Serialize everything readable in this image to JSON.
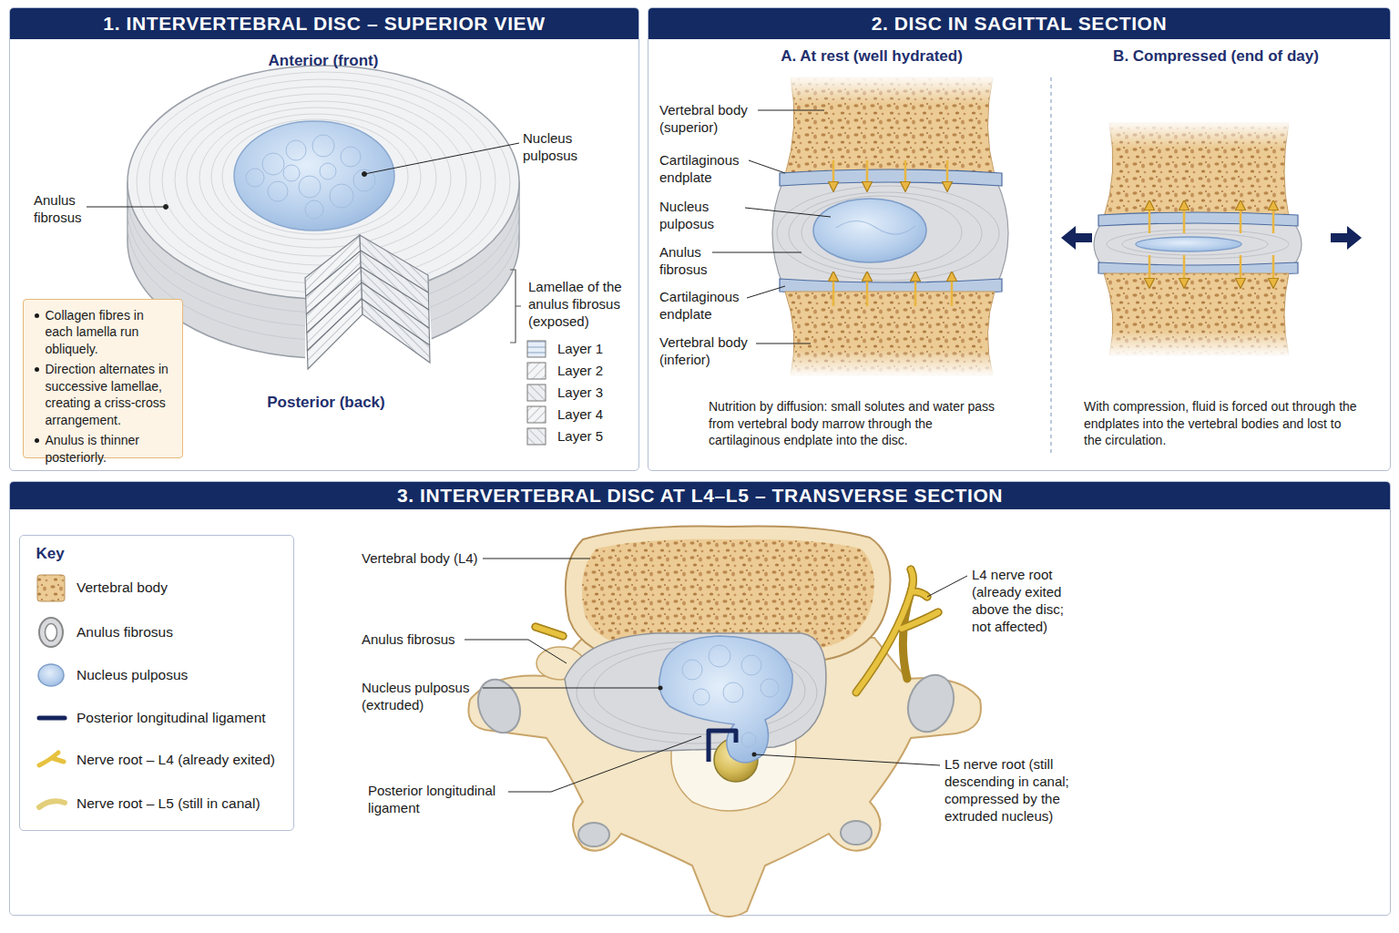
{
  "diagram": {
    "nodes": [
      {
        "text": [
          "1. INTERVERTEBRAL DISC – SUPERIOR VIEW"
        ]
      },
      {
        "text": [
          "Collagen fibres in each lamella run obliquely.",
          "Direction alternates in successive lamellae, creating a criss-cross arrangement.",
          "Anulus is thinner posteriorly."
        ],
        "in": 0
      },
      {
        "text": [
          "2. DISC IN SAGITTAL SECTION"
        ]
      },
      {
        "text": [
          "3. INTERVERTEBRAL DISC AT L4–L5 – TRANSVERSE SECTION"
        ]
      },
      {
        "text": [
          "Key"
        ],
        "in": 3
      }
    ],
    "labels": [
      "Anterior (front)",
      "Nucleus pulposus",
      "Anulus fibrosus",
      "Lamellae of the anulus fibrosus (exposed)",
      "Layer 1",
      "Layer 2",
      "Layer 3",
      "Layer 4",
      "Layer 5",
      "Posterior (back)",
      "A. At rest (well hydrated)",
      "B. Compressed (end of day)",
      "Vertebral body (superior)",
      "Cartilaginous endplate",
      "Nucleus pulposus",
      "Anulus fibrosus",
      "Cartilaginous endplate",
      "Vertebral body (inferior)",
      "Nutrition by diffusion: small solutes and water pass from vertebral body marrow through the cartilaginous endplate into the disc.",
      "With compression, fluid is forced out through the endplates into the vertebral bodies and lost to the circulation.",
      "Vertebral body (L4)",
      "Anulus fibrosus",
      "Nucleus pulposus (extruded)",
      "Posterior longitudinal ligament",
      "L4 nerve root (already exited above the disc; not affected)",
      "L5 nerve root (still descending in canal; compressed by the extruded nucleus)"
    ],
    "legend": [
      {
        "text": "Vertebral body"
      },
      {
        "text": "Anulus fibrosus"
      },
      {
        "text": "Nucleus pulposus"
      },
      {
        "text": "Posterior longitudinal ligament"
      },
      {
        "text": "Nerve root – L4 (already exited)"
      },
      {
        "text": "Nerve root – L5 (still in canal)"
      }
    ]
  }
}
